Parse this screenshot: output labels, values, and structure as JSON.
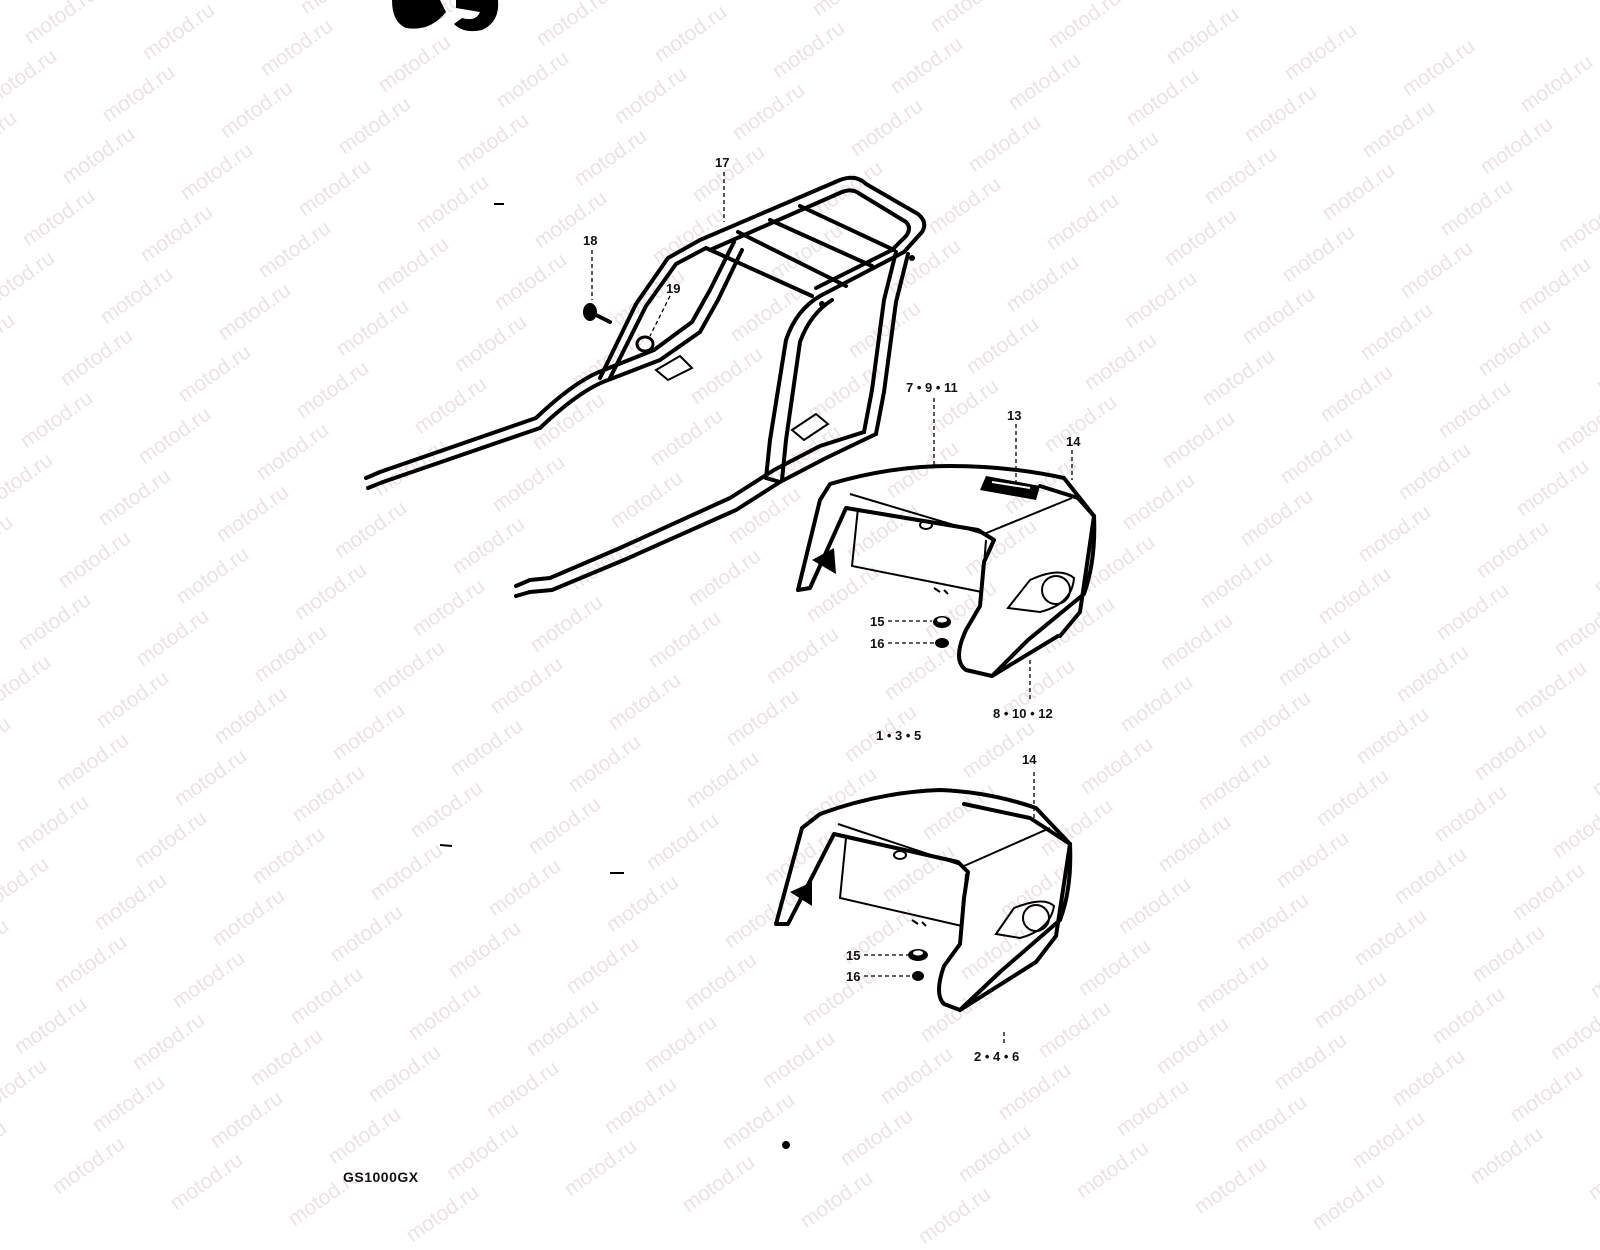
{
  "diagram": {
    "watermark": "motod.ru",
    "model_label": "GS1000GX",
    "callouts": {
      "c17": "17",
      "c18": "18",
      "c19": "19",
      "c7_9_11": "7 • 9 • 11",
      "c13": "13",
      "c14_top": "14",
      "c15_top": "15",
      "c16_top": "16",
      "c8_10_12": "8 • 10 • 12",
      "c1_3_5": "1 • 3 • 5",
      "c14_bottom": "14",
      "c15_bottom": "15",
      "c16_bottom": "16",
      "c2_4_6": "2 • 4 • 6"
    },
    "parts": [
      "rear-carrier-frame",
      "bolt",
      "washer",
      "seat-tail-cover-upper",
      "emblem",
      "trim-strip",
      "cushion",
      "nut",
      "seat-tail-cover-lower"
    ]
  }
}
